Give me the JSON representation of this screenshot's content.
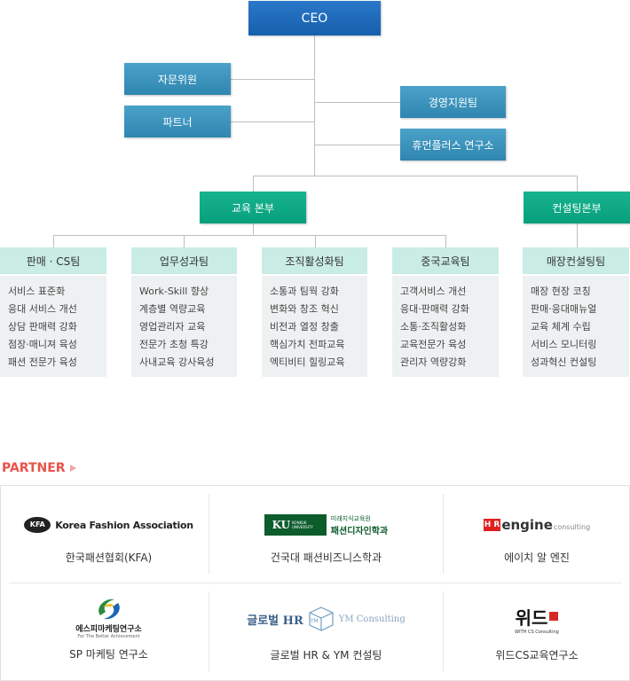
{
  "org": {
    "ceo": "CEO",
    "advisors": [
      "자문위원",
      "파트너"
    ],
    "staff": [
      "경영지원팀",
      "휴먼플러스 연구소"
    ],
    "divisions": [
      "교육 본부",
      "컨설팅본부"
    ],
    "teams": [
      {
        "name": "판매 · CS팀",
        "items": [
          "서비스 표준화",
          "응대 서비스 개선",
          "상담 판매력 강화",
          "점장·매니져 육성",
          "패션 전문가 육성"
        ]
      },
      {
        "name": "업무성과팀",
        "items": [
          "Work-Skill 향상",
          "계층별 역량교육",
          "영업관리자 교육",
          "전문가 초청 특강",
          "사내교육 강사육성"
        ]
      },
      {
        "name": "조직활성화팀",
        "items": [
          "소통과 팀웍 강화",
          "변화와 창조 혁신",
          "비전과 열정 창출",
          "핵심가치 전파교육",
          "엑티비티 힐링교육"
        ]
      },
      {
        "name": "중국교육팀",
        "items": [
          "고객서비스 개선",
          "응대·판매력 강화",
          "소통·조직활성화",
          "교육전문가 육성",
          "관리자 역량강화"
        ]
      },
      {
        "name": "매장컨설팅팀",
        "items": [
          "매장 현장 코칭",
          "판매·응대매뉴얼",
          "교육 체계 수립",
          "서비스 모니터링",
          "성과혁신 컨설팅"
        ]
      }
    ]
  },
  "partner": {
    "title": "PARTNER",
    "items": [
      {
        "logo_text": "Korea Fashion Association",
        "logo_badge": "KFA",
        "name": "한국패션협회(KFA)"
      },
      {
        "logo_text": "패션디자인학과",
        "logo_sub": "미래지식교육원",
        "logo_badge": "KU",
        "logo_badge_sub": "KONKUK UNIVERSITY",
        "name": "건국대 패션비즈니스학과"
      },
      {
        "logo_text": "engine",
        "logo_badge": "H R",
        "logo_sub": "consulting",
        "name": "에이치 알 엔진"
      },
      {
        "logo_text": "에스피마케팅연구소",
        "logo_sub": "For The Better Achievement",
        "name": "SP 마케팅 연구소"
      },
      {
        "logo_text": "글로벌 HR",
        "logo_badge": "YM",
        "logo_sub": "YM Consulting",
        "name": "글로벌 HR & YM 컨설팅"
      },
      {
        "logo_text": "위드",
        "logo_sub": "WITH CS Consulting",
        "name": "위드CS교육연구소"
      }
    ]
  }
}
